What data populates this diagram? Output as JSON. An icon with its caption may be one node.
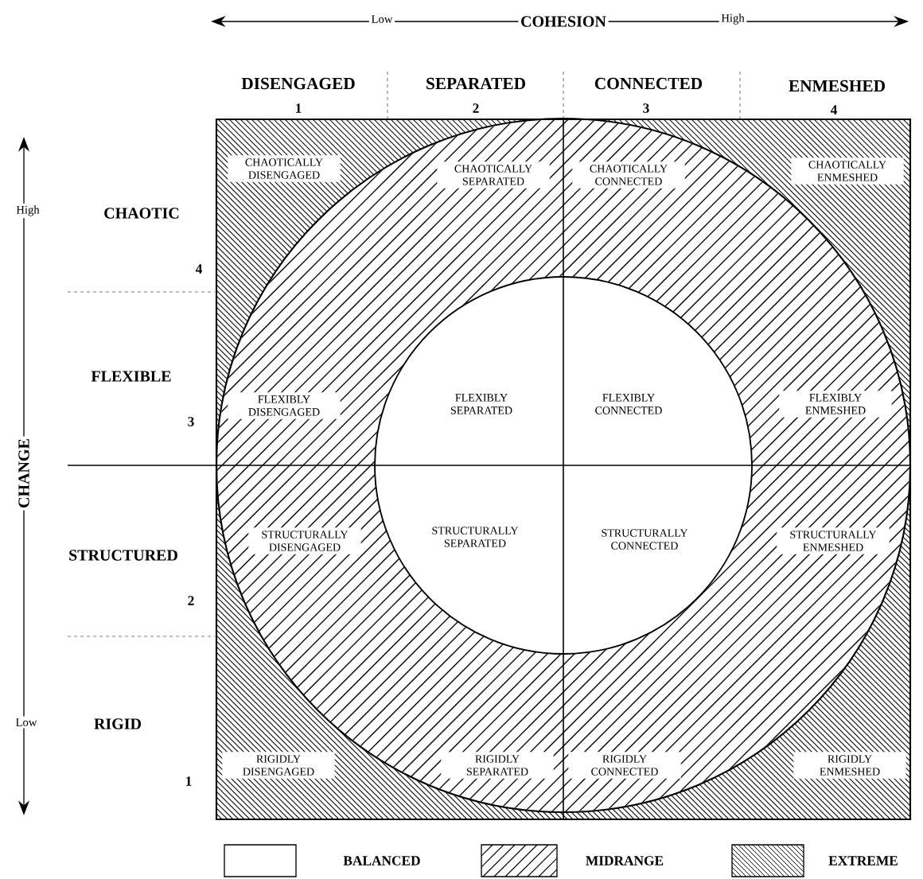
{
  "diagram": {
    "nodes": [
      {
        "text": [
          "CHAOTICALLY DISENGAGED"
        ]
      },
      {
        "text": [
          "CHAOTICALLY SEPARATED"
        ]
      },
      {
        "text": [
          "CHAOTICALLY CONNECTED"
        ]
      },
      {
        "text": [
          "CHAOTICALLY ENMESHED"
        ]
      },
      {
        "text": [
          "FLEXIBLY DISENGAGED"
        ]
      },
      {
        "text": [
          "FLEXIBLY SEPARATED"
        ]
      },
      {
        "text": [
          "FLEXIBLY CONNECTED"
        ]
      },
      {
        "text": [
          "FLEXIBLY ENMESHED"
        ]
      },
      {
        "text": [
          "STRUCTURALLY DISENGAGED"
        ]
      },
      {
        "text": [
          "STRUCTURALLY SEPARATED"
        ]
      },
      {
        "text": [
          "STRUCTURALLY CONNECTED"
        ]
      },
      {
        "text": [
          "STRUCTURALLY ENMESHED"
        ]
      },
      {
        "text": [
          "RIGIDLY DISENGAGED"
        ]
      },
      {
        "text": [
          "RIGIDLY SEPARATED"
        ]
      },
      {
        "text": [
          "RIGIDLY CONNECTED"
        ]
      },
      {
        "text": [
          "RIGIDLY ENMESHED"
        ]
      }
    ],
    "labels": [
      "Low",
      "COHESION",
      "High",
      "DISENGAGED",
      "1",
      "SEPARATED",
      "2",
      "CONNECTED",
      "3",
      "ENMESHED",
      "4",
      "High",
      "CHAOTIC",
      "4",
      "FLEXIBLE",
      "3",
      "CHANGE",
      "STRUCTURED",
      "2",
      "Low",
      "RIGID",
      "1"
    ],
    "legend": [
      {
        "text": "BALANCED"
      },
      {
        "text": "MIDRANGE"
      },
      {
        "text": "EXTREME"
      }
    ]
  }
}
